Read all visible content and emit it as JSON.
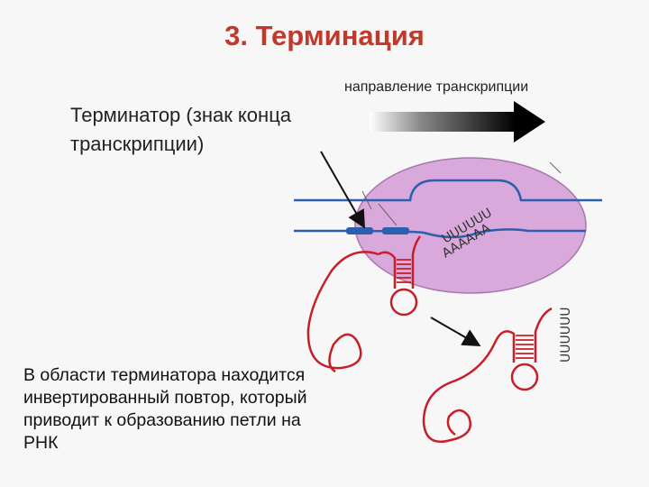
{
  "title": "3. Терминация",
  "terminator_label": "Терминатор (знак конца транскрипции)",
  "direction_label": "направление транскрипции",
  "explanation": "В области терминатора находится инвертированный повтор, который приводит к образованию петли на РНК",
  "sequence_top": "UUUUUU",
  "sequence_bottom": "AAAAAA",
  "released_tail": "UUUUUU",
  "colors": {
    "title": "#c0392b",
    "polymerase_fill": "#d9a9dc",
    "dna": "#2d5fb0",
    "rna": "#c81e28",
    "arrow": "#111111"
  }
}
